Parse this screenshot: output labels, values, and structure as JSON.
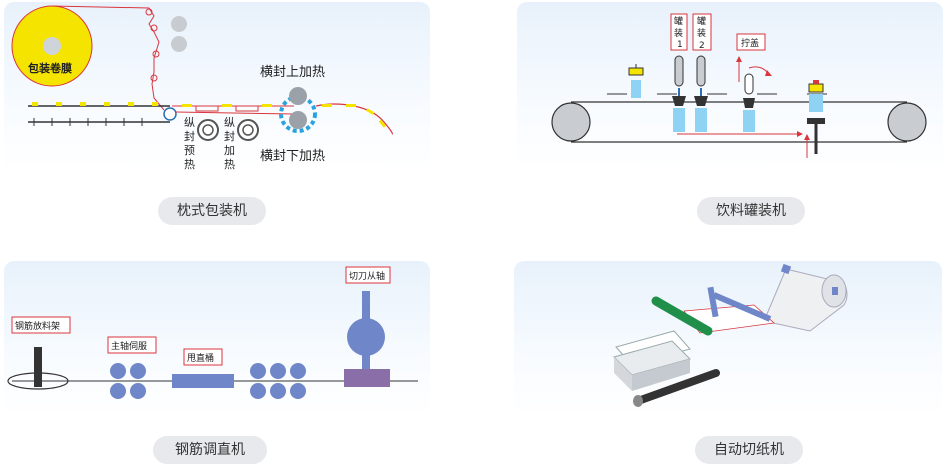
{
  "panels": {
    "pillow": {
      "caption": "枕式包装机",
      "film_label": "包装卷膜",
      "upper_heat": "横封上加热",
      "lower_heat": "横封下加热",
      "long_seal_preheat": [
        "纵",
        "封",
        "预",
        "热"
      ],
      "long_seal_heat": [
        "纵",
        "封",
        "加",
        "热"
      ]
    },
    "canning": {
      "caption": "饮料罐装机",
      "fill1": [
        "罐",
        "装",
        "1"
      ],
      "fill2": [
        "罐",
        "装",
        "2"
      ],
      "cap": "拧盖"
    },
    "rebar": {
      "caption": "钢筋调直机",
      "rack": "钢筋放料架",
      "servo": "主轴伺服",
      "drum": "甩直桶",
      "cutter": "切刀从轴"
    },
    "paper": {
      "caption": "自动切纸机"
    }
  },
  "colors": {
    "accent_red": "#d9363e",
    "roller_blue": "#6f86c9",
    "film_yellow": "#f5e400",
    "panel_bg": "#eaf2fb",
    "caption_bg": "#e7e9ec"
  }
}
